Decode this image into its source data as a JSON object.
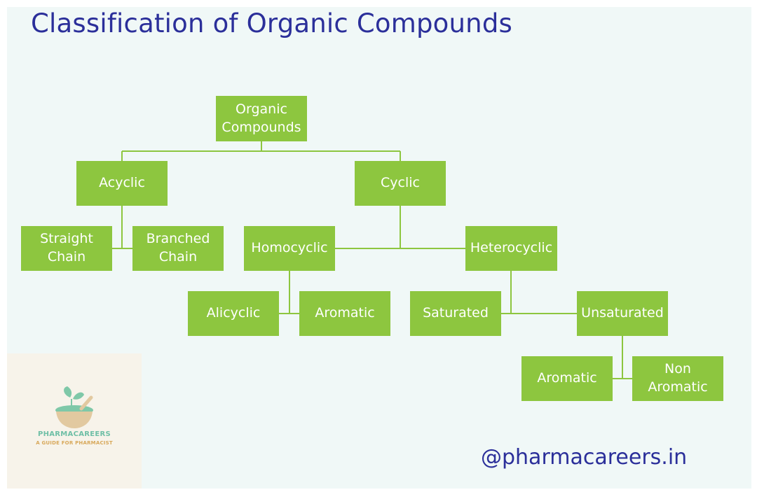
{
  "title": "Classification of Organic Compounds",
  "nodes": {
    "organic_compounds": "Organic\nCompounds",
    "acyclic": "Acyclic",
    "cyclic": "Cyclic",
    "straight_chain": "Straight\nChain",
    "branched_chain": "Branched\nChain",
    "homocyclic": "Homocyclic",
    "heterocyclic": "Heterocyclic",
    "alicyclic": "Alicyclic",
    "aromatic_homo": "Aromatic",
    "saturated": "Saturated",
    "unsaturated": "Unsaturated",
    "aromatic_unsat": "Aromatic",
    "non_aromatic": "Non\nAromatic"
  },
  "logo": {
    "name": "PHARMACAREERS",
    "tagline": "A GUIDE FOR PHARMACIST",
    "icon": "mortar-pestle-leaf-icon"
  },
  "handle": "@pharmacareers.in",
  "colors": {
    "node_fill": "#8dc63f",
    "node_text": "#ffffff",
    "connector": "#8dc63f",
    "title": "#2b2f9a",
    "background": "#f0f8f7"
  }
}
